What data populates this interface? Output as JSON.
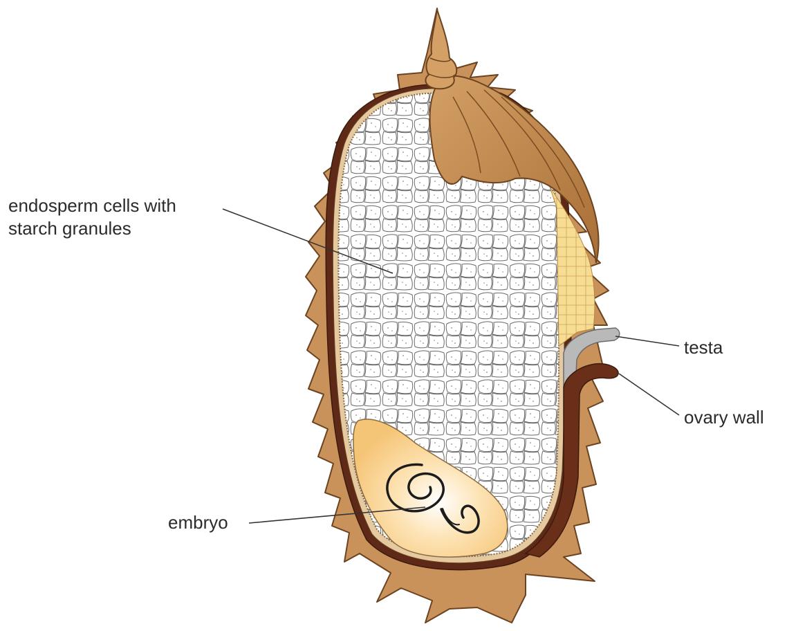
{
  "labels": {
    "endosperm": {
      "line1": "endosperm cells with",
      "line2": "starch granules"
    },
    "testa": "testa",
    "ovary_wall": "ovary wall",
    "embryo": "embryo"
  },
  "colors": {
    "husk": "#c8925a",
    "husk_outline": "#6b4320",
    "husk_dark": "#5e2a17",
    "endosperm": "#ffffff",
    "cell_outline": "#5a5a5a",
    "embryo": "#f8c97c",
    "aleurone": "#f2d27d",
    "testa": "#b5b5b5",
    "leader_line": "#333333"
  }
}
